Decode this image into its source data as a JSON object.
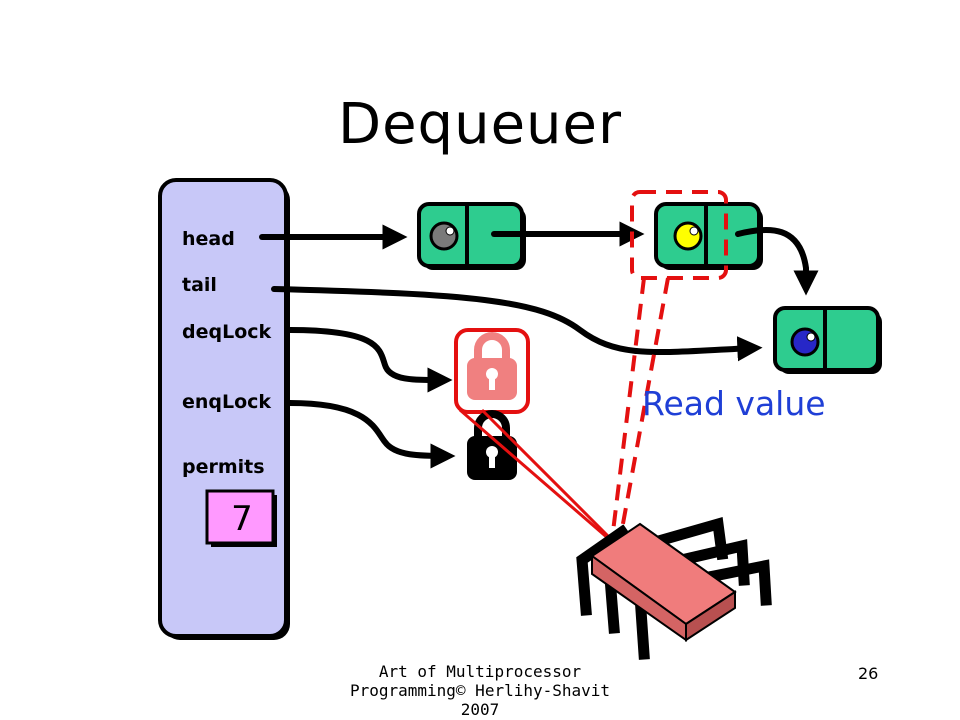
{
  "title": "Dequeuer",
  "fields": {
    "head": "head",
    "tail": "tail",
    "deqLock": "deqLock",
    "enqLock": "enqLock",
    "permits": "permits"
  },
  "permits_value": "7",
  "annotation": "Read value",
  "footer": {
    "line1": "Art of Multiprocessor",
    "line2": "Programming© Herlihy-Shavit",
    "line3": "2007",
    "page": "26"
  },
  "colors": {
    "queue_object": "#c8c8f8",
    "node_fill": "#2ecc8f",
    "permits_box": "#ff99ff",
    "lock_held": "#f08080",
    "lock_free": "#000000",
    "highlight": "#e41010",
    "thread": "#f07c7c",
    "value_old": "#7a7a7a",
    "value_current": "#ffff00",
    "value_next": "#2727c7",
    "annotation_text": "#1f3fd6"
  },
  "icons": {
    "deq_lock": "lock-icon",
    "enq_lock": "lock-icon",
    "thread": "thread-chip-icon"
  }
}
